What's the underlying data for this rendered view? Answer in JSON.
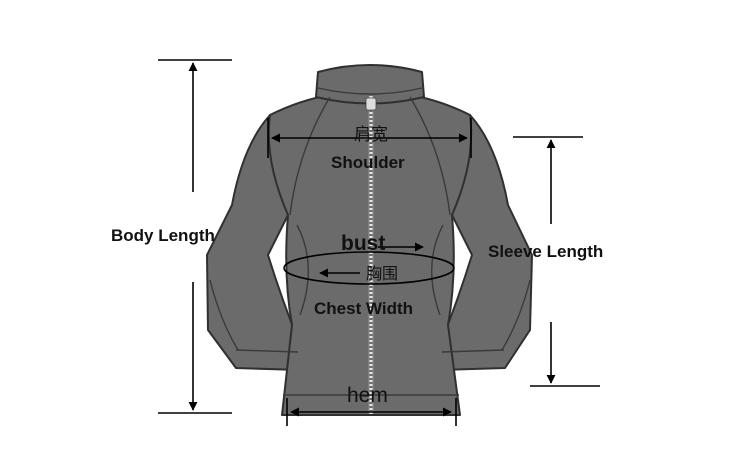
{
  "labels": {
    "shoulder_cn": "肩宽",
    "shoulder": "Shoulder",
    "body_length": "Body Length",
    "sleeve_length": "Sleeve Length",
    "bust": "bust",
    "chest_cn": "胸围",
    "chest_width": "Chest Width",
    "hem": "hem"
  },
  "colors": {
    "jacket_fill": "#6b6b6b",
    "jacket_stroke": "#303030",
    "measure_lines": "#000000",
    "text": "#111111"
  }
}
